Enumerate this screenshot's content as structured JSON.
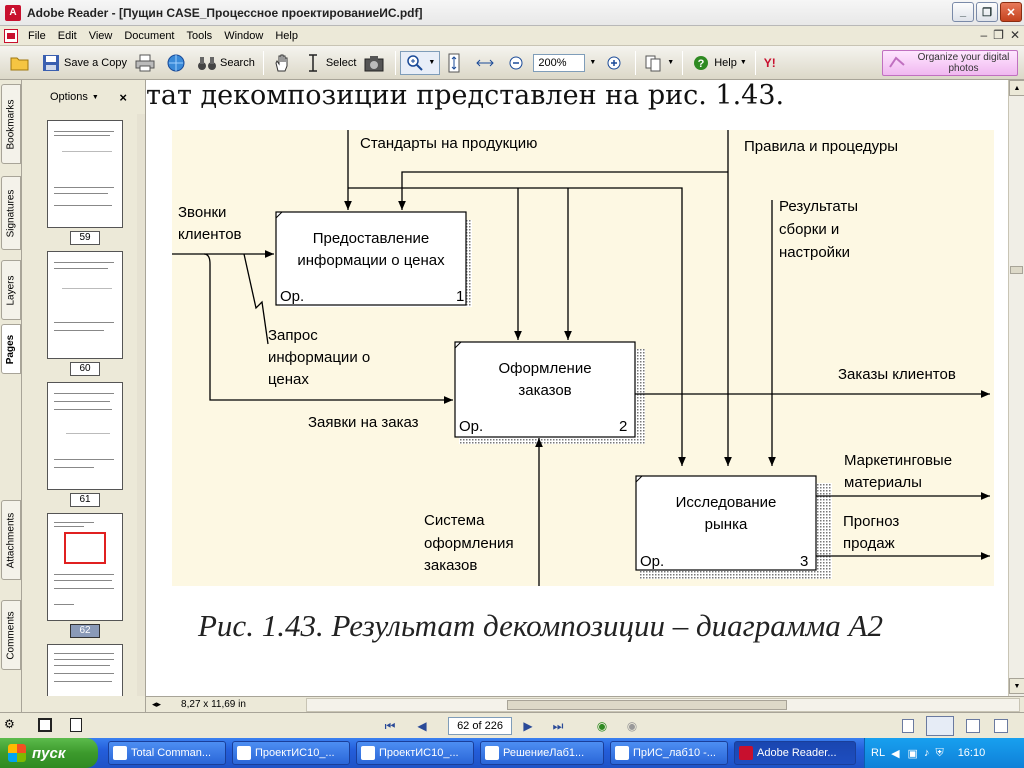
{
  "window": {
    "title": "Adobe Reader - [Пущин CASE_Процессное проектированиеИС.pdf]"
  },
  "menu": [
    "File",
    "Edit",
    "View",
    "Document",
    "Tools",
    "Window",
    "Help"
  ],
  "toolbar": {
    "save_copy": "Save a Copy",
    "search": "Search",
    "select": "Select",
    "zoom": "200%",
    "help": "Help",
    "promo": "Organize your digital photos"
  },
  "sidetabs": [
    "Bookmarks",
    "Signatures",
    "Layers",
    "Pages",
    "Attachments",
    "Comments"
  ],
  "navpanel": {
    "options": "Options",
    "close": "×",
    "pages": [
      "59",
      "60",
      "61",
      "62"
    ]
  },
  "document": {
    "heading": "тат декомпозиции представлен на рис. 1.43.",
    "caption": "Рис. 1.43. Результат декомпозиции – диаграмма А2"
  },
  "diagram": {
    "labels": {
      "standards": "Стандарты на продукцию",
      "rules": "Правила и процедуры",
      "calls1": "Звонки",
      "calls2": "клиентов",
      "results1": "Результаты",
      "results2": "сборки и",
      "results3": "настройки",
      "req1": "Запрос",
      "req2": "информации о",
      "req3": "ценах",
      "orders_out": "Заказы клиентов",
      "apps": "Заявки на заказ",
      "mkt1": "Маркетинговые",
      "mkt2": "материалы",
      "sys1": "Система",
      "sys2": "оформления",
      "sys3": "заказов",
      "forecast1": "Прогноз",
      "forecast2": "продаж"
    },
    "boxes": [
      {
        "line1": "Предоставление",
        "line2": "информации о ценах",
        "op": "Ор.",
        "num": "1"
      },
      {
        "line1": "Оформление",
        "line2": "заказов",
        "op": "Ор.",
        "num": "2"
      },
      {
        "line1": "Исследование",
        "line2": "рынка",
        "op": "Ор.",
        "num": "3"
      }
    ]
  },
  "statusbar": {
    "size": "8,27 x 11,69 in"
  },
  "navbar": {
    "page": "62 of 226"
  },
  "taskbar": {
    "start": "пуск",
    "tasks": [
      "Total Comman...",
      "ПроектИС10_...",
      "ПроектИС10_...",
      "РешениеЛаб1...",
      "ПрИС_лаб10 -...",
      "Adobe Reader..."
    ],
    "lang": "RL",
    "clock": "16:10"
  }
}
